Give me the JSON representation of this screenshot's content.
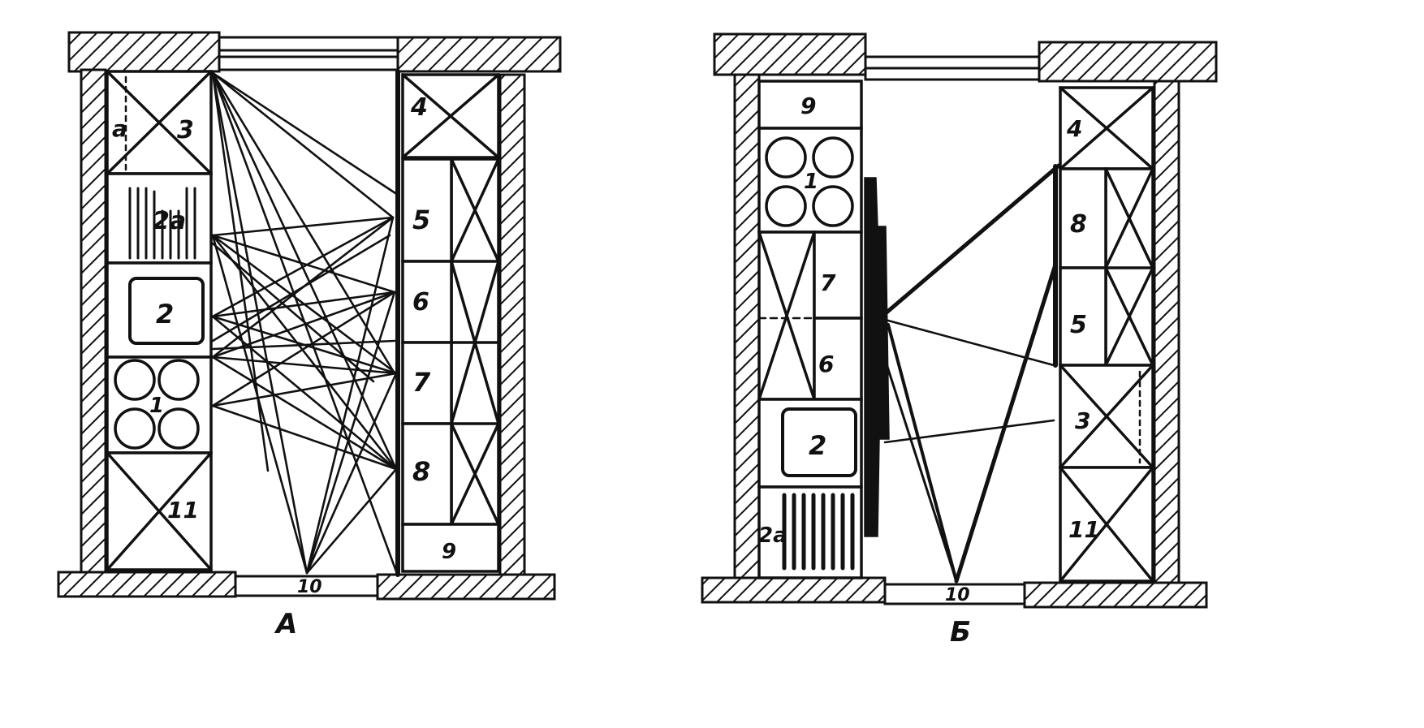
{
  "colors": {
    "ink": "#111111",
    "paper": "#ffffff"
  },
  "plans": [
    {
      "id": "a",
      "caption": "А",
      "labels": {
        "l3": "3",
        "la": "а",
        "l2a": "2а",
        "l2": "2",
        "l1": "1",
        "l11": "11",
        "l4": "4",
        "l5": "5",
        "l6": "6",
        "l7": "7",
        "l8": "8",
        "l9": "9",
        "l10": "10"
      }
    },
    {
      "id": "b",
      "caption": "Б",
      "labels": {
        "l9": "9",
        "l1": "1",
        "l7": "7",
        "l6": "6",
        "l2": "2",
        "l2a": "2а",
        "l4": "4",
        "l8": "8",
        "l5": "5",
        "l3": "3",
        "l11": "11",
        "l10": "10"
      }
    }
  ]
}
